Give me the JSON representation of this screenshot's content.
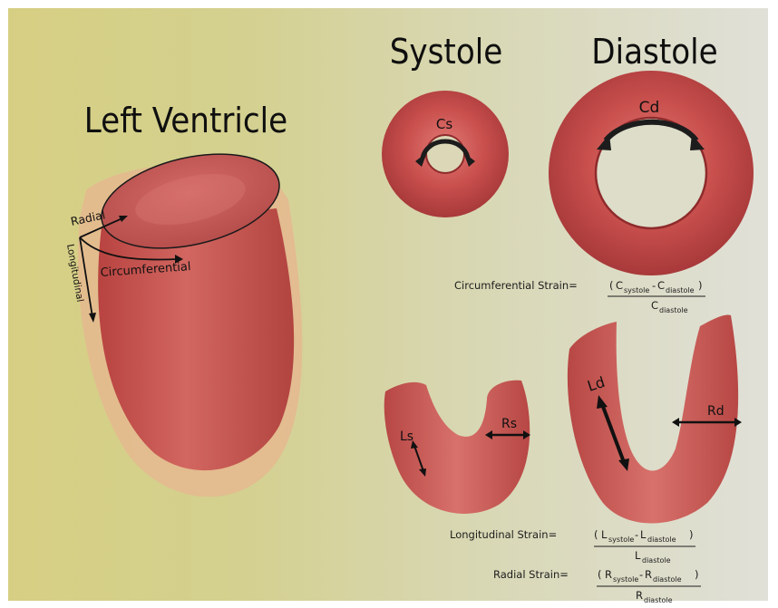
{
  "titles": {
    "left_ventricle": "Left Ventricle",
    "systole": "Systole",
    "diastole": "Diastole"
  },
  "axis_labels": {
    "radial": "Radial",
    "circumferential": "Circumferential",
    "longitudinal": "Longitudinal"
  },
  "ring_labels": {
    "cs": "Cs",
    "cd": "Cd"
  },
  "u_labels": {
    "ls": "Ls",
    "rs": "Rs",
    "ld": "Ld",
    "rd": "Rd"
  },
  "equations": {
    "circumferential": {
      "label": "Circumferential Strain=",
      "open": "(",
      "close": ")",
      "letter": "C",
      "sub_systole": "systole",
      "minus": "-",
      "sub_diastole": "diastole"
    },
    "longitudinal": {
      "label": "Longitudinal Strain=",
      "open": "(",
      "close": ")",
      "letter": "L",
      "sub_systole": "systole",
      "minus": "-",
      "sub_diastole": "diastole"
    },
    "radial": {
      "label": "Radial Strain=",
      "open": "(",
      "close": ")",
      "letter": "R",
      "sub_systole": "systole",
      "minus": "-",
      "sub_diastole": "diastole"
    }
  }
}
